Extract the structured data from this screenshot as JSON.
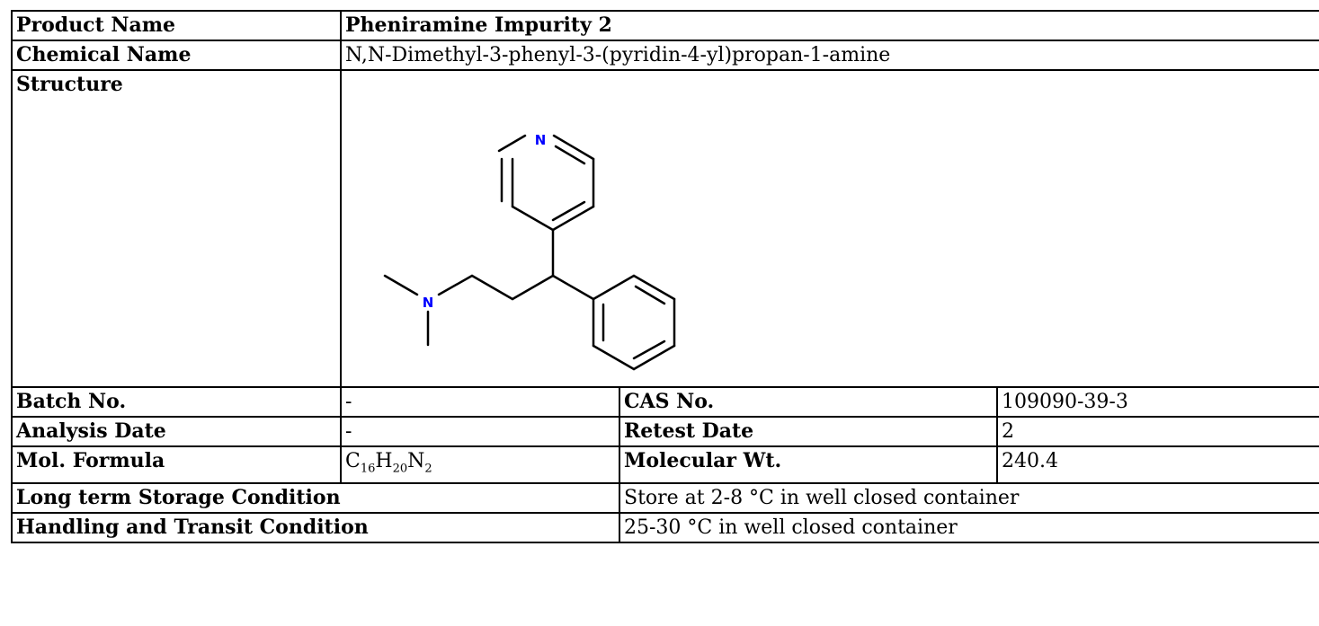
{
  "rows": {
    "product_name": {
      "label": "Product Name",
      "value": "Pheniramine Impurity 2"
    },
    "chemical_name": {
      "label": "Chemical Name",
      "value": "N,N-Dimethyl-3-phenyl-3-(pyridin-4-yl)propan-1-amine"
    },
    "structure": {
      "label": "Structure",
      "atoms": [
        "N",
        "N"
      ]
    },
    "batch_no": {
      "label": "Batch No.",
      "value": "-"
    },
    "cas_no": {
      "label": "CAS No.",
      "value": "109090-39-3"
    },
    "analysis_date": {
      "label": "Analysis Date",
      "value": "-"
    },
    "retest_date": {
      "label": "Retest Date",
      "value": "2"
    },
    "mol_formula": {
      "label": "Mol. Formula",
      "c": "C",
      "c_n": "16",
      "h": "H",
      "h_n": "20",
      "n": "N",
      "n_n": "2"
    },
    "molecular_wt": {
      "label": "Molecular Wt.",
      "value": "240.4"
    },
    "storage": {
      "label": "Long term Storage Condition",
      "value": "Store at 2-8 °C in well closed container"
    },
    "handling": {
      "label": "Handling and Transit Condition",
      "value": "25-30 °C in well closed container"
    }
  },
  "colors": {
    "border": "#000000",
    "heteroatom": "#0000ff",
    "watermark": "#e9e9e9"
  }
}
